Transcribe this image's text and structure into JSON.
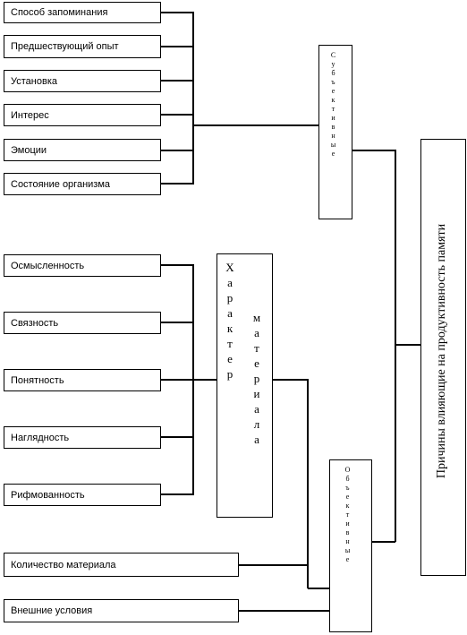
{
  "subjective_factors": [
    "Способ запоминания",
    "Предшествующий опыт",
    "Установка",
    "Интерес",
    "Эмоции",
    "Состояние организма"
  ],
  "material_factors": [
    "Осмысленность",
    "Связность",
    "Понятность",
    "Наглядность",
    "Рифмованность"
  ],
  "objective_factors": [
    "Количество материала",
    "Внешние условия"
  ],
  "subjective_group": "Субъективные",
  "material_group_word1": "Характер",
  "material_group_word2": "материала",
  "objective_group": "Объективные",
  "main_title": "Причины влияющие на продуктивность памяти"
}
